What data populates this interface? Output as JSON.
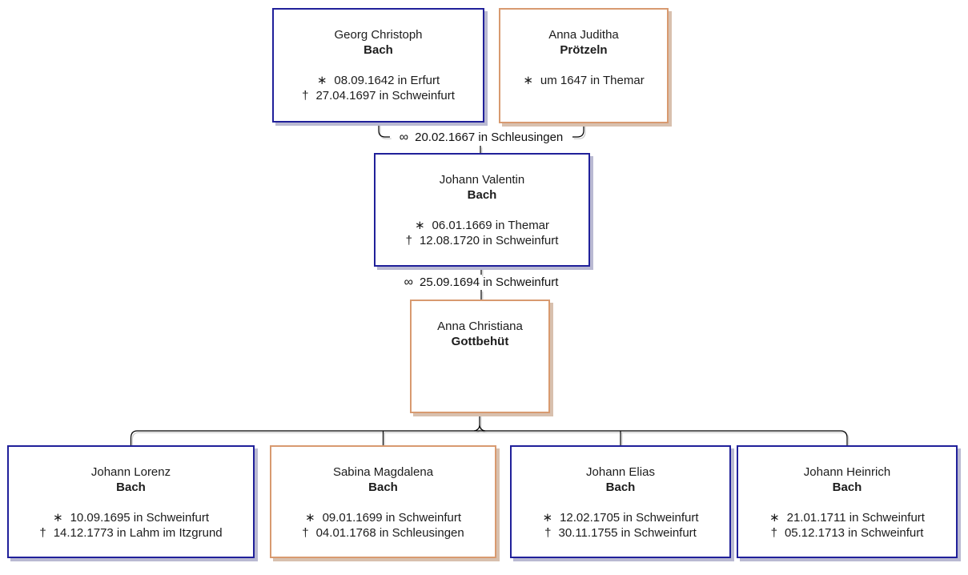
{
  "diagram": {
    "type": "family-tree",
    "family": "Bach"
  },
  "colors": {
    "male_border": "#20209a",
    "female_border": "#d89a70",
    "male_shadow": "#b9b9d2",
    "female_shadow": "#d8c0ae",
    "line": "#000000",
    "line_echo": "#c9c9c9",
    "background": "#ffffff"
  },
  "symbols": {
    "birth": "∗",
    "death": "†",
    "marriage": "∞"
  },
  "persons": [
    {
      "given_name": "Georg Christoph",
      "surname": "Bach",
      "style": "blue",
      "events": [
        {
          "symbol": "∗",
          "text": "08.09.1642 in Erfurt"
        },
        {
          "symbol": "†",
          "text": "27.04.1697 in Schweinfurt"
        }
      ]
    },
    {
      "given_name": "Anna Juditha",
      "surname": "Prötzeln",
      "style": "orange",
      "events": [
        {
          "symbol": "∗",
          "text": "um 1647 in Themar"
        }
      ]
    },
    {
      "given_name": "Johann Valentin",
      "surname": "Bach",
      "style": "blue",
      "events": [
        {
          "symbol": "∗",
          "text": "06.01.1669 in Themar"
        },
        {
          "symbol": "†",
          "text": "12.08.1720 in Schweinfurt"
        }
      ]
    },
    {
      "given_name": "Anna Christiana",
      "surname": "Gottbehüt",
      "style": "orange",
      "events": []
    },
    {
      "given_name": "Johann Lorenz",
      "surname": "Bach",
      "style": "blue",
      "events": [
        {
          "symbol": "∗",
          "text": "10.09.1695 in Schweinfurt"
        },
        {
          "symbol": "†",
          "text": "14.12.1773 in Lahm im Itzgrund"
        }
      ]
    },
    {
      "given_name": "Sabina Magdalena",
      "surname": "Bach",
      "style": "orange",
      "events": [
        {
          "symbol": "∗",
          "text": "09.01.1699 in Schweinfurt"
        },
        {
          "symbol": "†",
          "text": "04.01.1768 in Schleusingen"
        }
      ]
    },
    {
      "given_name": "Johann Elias",
      "surname": "Bach",
      "style": "blue",
      "events": [
        {
          "symbol": "∗",
          "text": "12.02.1705 in Schweinfurt"
        },
        {
          "symbol": "†",
          "text": "30.11.1755 in Schweinfurt"
        }
      ]
    },
    {
      "given_name": "Johann Heinrich",
      "surname": "Bach",
      "style": "blue",
      "events": [
        {
          "symbol": "∗",
          "text": "21.01.1711 in Schweinfurt"
        },
        {
          "symbol": "†",
          "text": "05.12.1713 in Schweinfurt"
        }
      ]
    }
  ],
  "marriages": [
    {
      "symbol": "∞",
      "label": "20.02.1667 in Schleusingen"
    },
    {
      "symbol": "∞",
      "label": "25.09.1694 in Schweinfurt"
    }
  ]
}
